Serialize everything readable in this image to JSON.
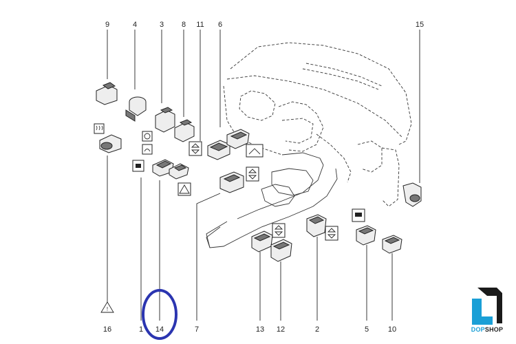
{
  "callouts": [
    {
      "id": "9",
      "label": "9"
    },
    {
      "id": "4",
      "label": "4"
    },
    {
      "id": "3",
      "label": "3"
    },
    {
      "id": "8",
      "label": "8"
    },
    {
      "id": "11",
      "label": "11"
    },
    {
      "id": "6",
      "label": "6"
    },
    {
      "id": "15",
      "label": "15"
    },
    {
      "id": "16",
      "label": "16"
    },
    {
      "id": "1",
      "label": "1"
    },
    {
      "id": "14",
      "label": "14"
    },
    {
      "id": "7",
      "label": "7"
    },
    {
      "id": "13",
      "label": "13"
    },
    {
      "id": "12",
      "label": "12"
    },
    {
      "id": "2",
      "label": "2"
    },
    {
      "id": "5",
      "label": "5"
    },
    {
      "id": "10",
      "label": "10"
    }
  ],
  "highlight": {
    "target": "14",
    "color": "#2b35b0"
  },
  "brand": {
    "part1": "DOP",
    "part2": "SHOP",
    "accent_color": "#1a9fd6"
  },
  "icons": [
    "rear-defrost-icon",
    "hazard-warning-icon",
    "window-updown-icon",
    "heated-seat-icon",
    "steering-assist-icon",
    "parking-sensor-icon"
  ]
}
